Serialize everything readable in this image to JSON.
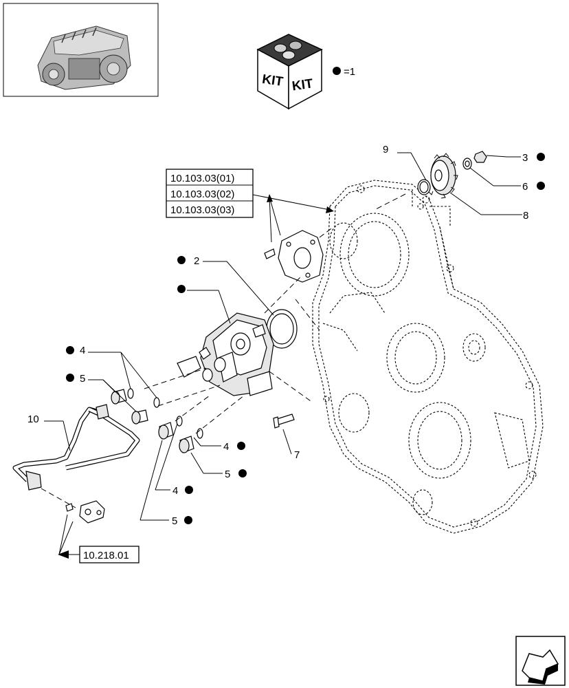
{
  "kit_legend": {
    "badge_text_left": "KIT",
    "badge_text_right": "KIT",
    "legend_text": "=1"
  },
  "references": [
    "10.103.03(01)",
    "10.103.03(02)",
    "10.103.03(03)",
    "10.218.01"
  ],
  "callouts": [
    {
      "label": "9",
      "kit": false
    },
    {
      "label": "3",
      "kit": true
    },
    {
      "label": "6",
      "kit": true
    },
    {
      "label": "8",
      "kit": false
    },
    {
      "label": "2",
      "kit": true
    },
    {
      "label": "",
      "kit": true
    },
    {
      "label": "4",
      "kit": true
    },
    {
      "label": "5",
      "kit": true
    },
    {
      "label": "10",
      "kit": false
    },
    {
      "label": "7",
      "kit": false
    },
    {
      "label": "4",
      "kit": true
    },
    {
      "label": "5",
      "kit": true
    },
    {
      "label": "4",
      "kit": true
    },
    {
      "label": "5",
      "kit": true
    }
  ],
  "icons": {
    "engine_thumbnail": "engine-thumbnail-icon",
    "kit_box": "kit-box-icon",
    "next_page": "next-page-arrow-icon"
  }
}
